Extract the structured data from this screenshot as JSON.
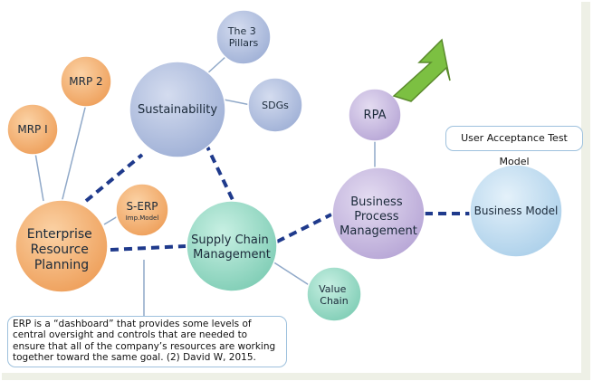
{
  "nodes": {
    "erp": [
      "Enterprise",
      "Resource",
      "Planning"
    ],
    "mrp1": "MRP I",
    "mrp2": "MRP 2",
    "serp": "S-ERP",
    "serp_sub": "Imp.Model",
    "sustainability": "Sustainability",
    "pillars": [
      "The 3",
      "Pillars"
    ],
    "sdgs": "SDGs",
    "scm": [
      "Supply Chain",
      "Management"
    ],
    "value_chain": [
      "Value",
      "Chain"
    ],
    "rpa": "RPA",
    "bpm": [
      "Business",
      "Process",
      "Management"
    ],
    "business_model": "Business Model"
  },
  "notes": {
    "uat": "User Acceptance Test Model",
    "quote": "ERP is a “dashboard” that provides some levels of central oversight and controls that are needed to ensure that all of the company’s resources are working together toward the same goal. (2) David W, 2015."
  },
  "colors": {
    "orange": "#f0a866",
    "blue_lavender": "#a9b9d9",
    "green_teal": "#8fd6c0",
    "purple": "#c2b3dc",
    "light_blue": "#b9d8ee",
    "dashed_line": "#1f3a8c",
    "thin_line": "#8fa8c8",
    "arrow": "#7cc042"
  }
}
